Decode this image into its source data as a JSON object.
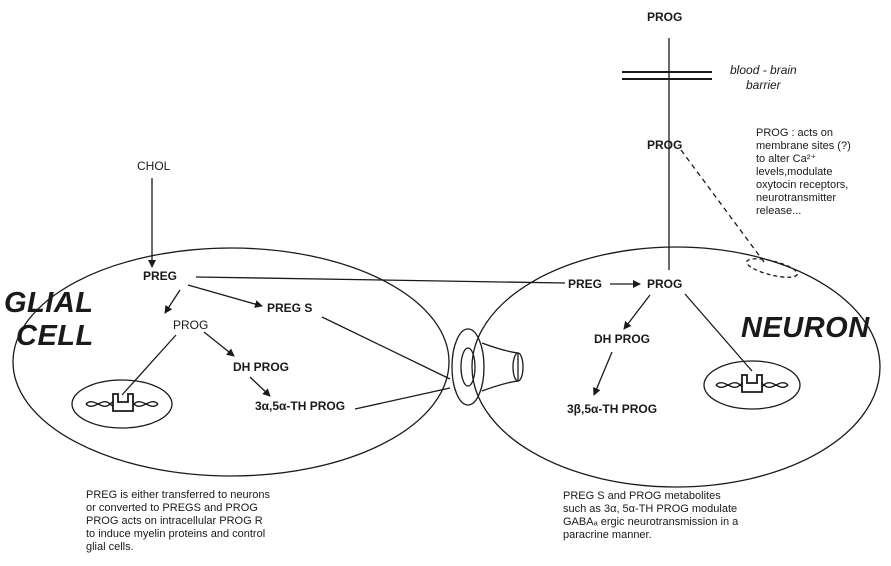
{
  "molecules": {
    "chol": "CHOL",
    "preg": "PREG",
    "preg_s": "PREG S",
    "prog": "PROG",
    "dh_prog": "DH PROG",
    "th_prog_alpha": "3α,5α-TH PROG",
    "th_prog_beta": "3β,5α-TH PROG"
  },
  "cells": {
    "glial_line1": "GLIAL",
    "glial_line2": "CELL",
    "neuron": "NEURON"
  },
  "barrier": {
    "line1": "blood - brain",
    "line2": "barrier"
  },
  "membrane_note": "PROG : acts on\nmembrane sites (?)\nto alter Ca²⁺\nlevels,modulate\noxytocin receptors,\nneurotransmitter\nrelease...",
  "captions": {
    "glial": "PREG is either transferred to neurons\nor converted to PREGS and PROG\nPROG acts on intracellular PROG R\nto induce myelin proteins and control\nglial cells.",
    "neuron": "PREG S and PROG metabolites\nsuch as 3α, 5α-TH PROG modulate\nGABAₐ ergic neurotransmission in a\nparacrine manner."
  },
  "colors": {
    "ink": "#1a1a1a",
    "background": "#ffffff"
  }
}
